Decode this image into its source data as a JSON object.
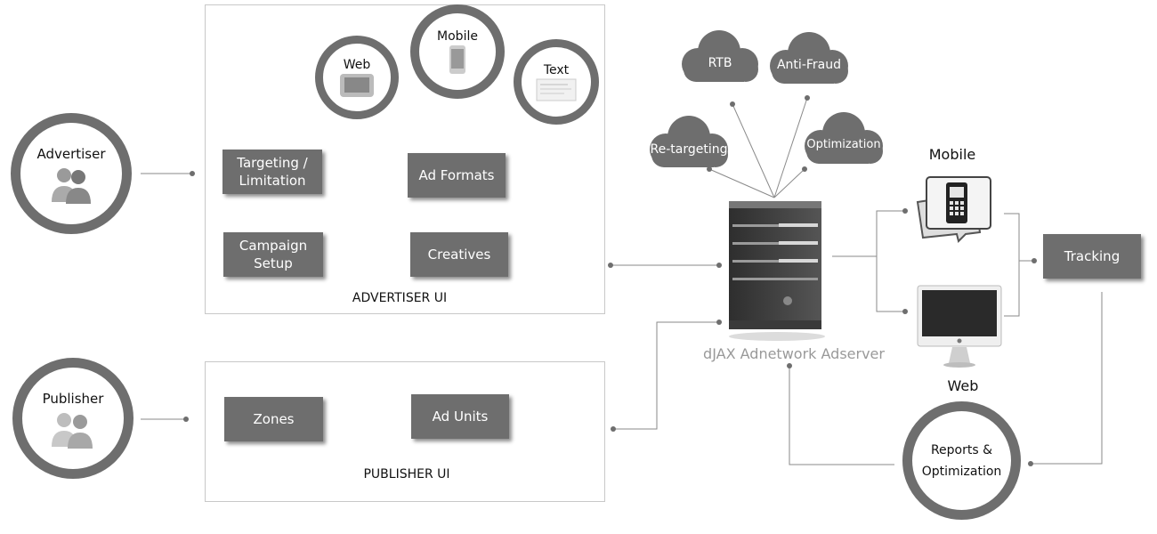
{
  "actors": {
    "advertiser": "Advertiser",
    "publisher": "Publisher"
  },
  "advertiser_ui": {
    "panel_label": "ADVERTISER UI",
    "targeting": "Targeting / Limitation",
    "campaign_setup": "Campaign Setup",
    "ad_formats": "Ad Formats",
    "creatives": "Creatives",
    "formats": {
      "web": "Web",
      "mobile": "Mobile",
      "text": "Text"
    }
  },
  "publisher_ui": {
    "panel_label": "PUBLISHER UI",
    "zones": "Zones",
    "ad_units": "Ad Units"
  },
  "clouds": {
    "rtb": "RTB",
    "anti_fraud": "Anti-Fraud",
    "retargeting": "Re-targeting",
    "optimization": "Optimization"
  },
  "server": {
    "label": "dJAX Adnetwork Adserver"
  },
  "devices": {
    "mobile": "Mobile",
    "web": "Web"
  },
  "tracking": "Tracking",
  "reports": "Reports & Optimization",
  "icons": [
    "user-pair-icon",
    "tablet-icon",
    "phone-icon",
    "text-doc-icon",
    "server-icon",
    "cell-phone-icon",
    "monitor-icon"
  ]
}
